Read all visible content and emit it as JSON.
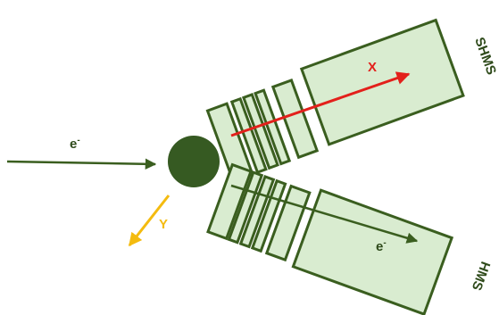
{
  "diagram": {
    "beam_label": "e",
    "beam_superscript": "-",
    "shms_label": "SHMS",
    "hms_label": "HMS",
    "x_axis_label": "X",
    "y_axis_label": "Y",
    "scattered_label": "e",
    "scattered_superscript": "-"
  },
  "colors": {
    "detector_fill": "#d9ecd0",
    "detector_stroke": "#3a5e1f",
    "target": "#365a22",
    "beam_arrow": "#3a5e1f",
    "x_axis": "#e3201b",
    "y_axis": "#f4bb0f",
    "text": "#2e4a1a"
  }
}
